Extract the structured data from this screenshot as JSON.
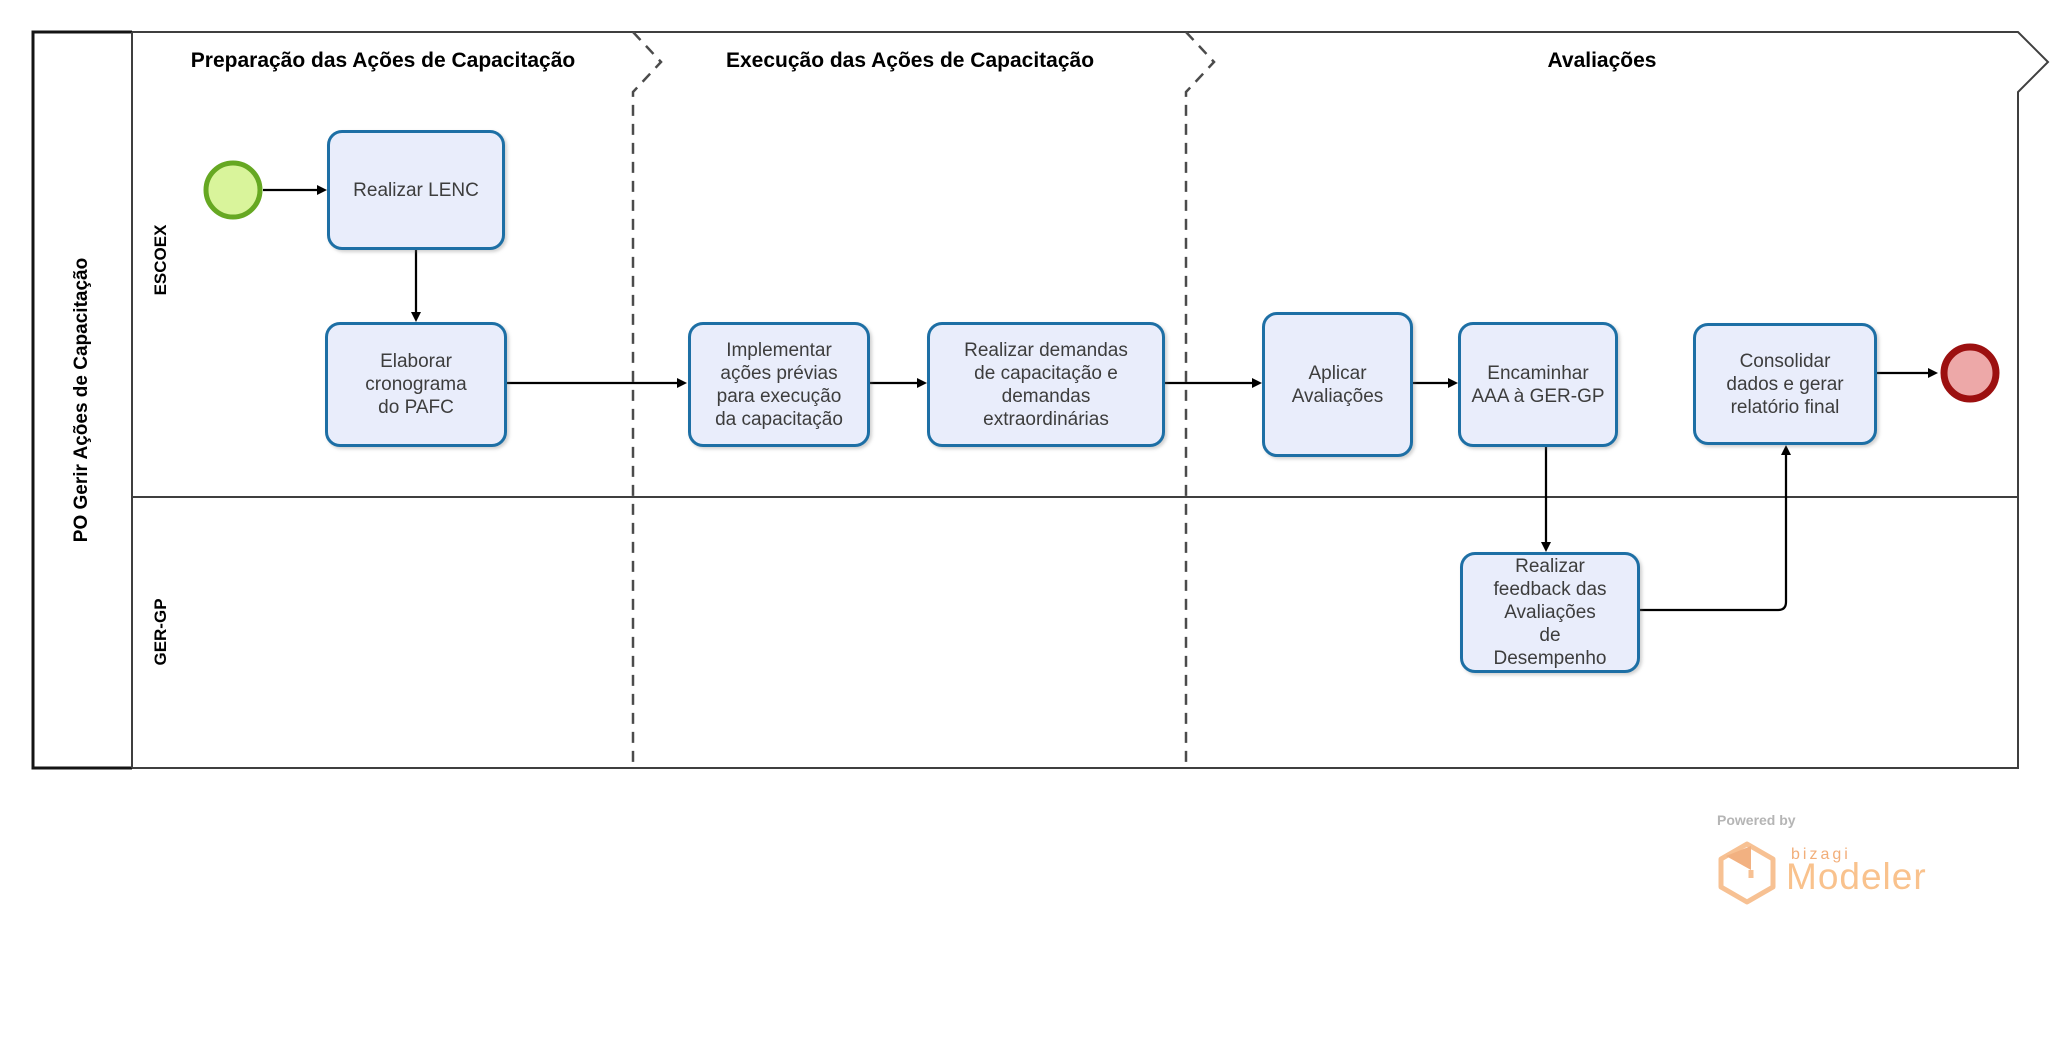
{
  "diagram": {
    "pool_title": "PO Gerir Ações de Capacitação",
    "lanes": [
      {
        "label": "ESCOEX"
      },
      {
        "label": "GER-GP"
      }
    ],
    "phases": [
      {
        "label": "Preparação das Ações de Capacitação"
      },
      {
        "label": "Execução das Ações de Capacitação"
      },
      {
        "label": "Avaliações"
      }
    ],
    "tasks": [
      {
        "id": "realizar-lenc",
        "label": "Realizar LENC",
        "lane": "ESCOEX",
        "phase": "Preparação das Ações de Capacitação"
      },
      {
        "id": "elaborar-cronograma",
        "label": "Elaborar cronograma do PAFC",
        "lane": "ESCOEX",
        "phase": "Preparação das Ações de Capacitação"
      },
      {
        "id": "implementar-acoes",
        "label": "Implementar ações prévias para execução da capacitação",
        "lane": "ESCOEX",
        "phase": "Execução das Ações de Capacitação"
      },
      {
        "id": "realizar-demandas",
        "label": "Realizar demandas de capacitação e demandas extraordinárias",
        "lane": "ESCOEX",
        "phase": "Execução das Ações de Capacitação"
      },
      {
        "id": "aplicar-avaliacoes",
        "label": "Aplicar Avaliações",
        "lane": "ESCOEX",
        "phase": "Avaliações"
      },
      {
        "id": "encaminhar-aaa",
        "label": "Encaminhar AAA à GER-GP",
        "lane": "ESCOEX",
        "phase": "Avaliações"
      },
      {
        "id": "consolidar-dados",
        "label": "Consolidar dados e gerar relatório final",
        "lane": "ESCOEX",
        "phase": "Avaliações"
      },
      {
        "id": "realizar-feedback",
        "label": "Realizar feedback das Avaliações de Desempenho",
        "lane": "GER-GP",
        "phase": "Avaliações"
      }
    ],
    "events": [
      {
        "id": "start",
        "type": "start"
      },
      {
        "id": "end",
        "type": "end"
      }
    ],
    "flows": [
      {
        "from": "start",
        "to": "realizar-lenc"
      },
      {
        "from": "realizar-lenc",
        "to": "elaborar-cronograma"
      },
      {
        "from": "elaborar-cronograma",
        "to": "implementar-acoes"
      },
      {
        "from": "implementar-acoes",
        "to": "realizar-demandas"
      },
      {
        "from": "realizar-demandas",
        "to": "aplicar-avaliacoes"
      },
      {
        "from": "aplicar-avaliacoes",
        "to": "encaminhar-aaa"
      },
      {
        "from": "encaminhar-aaa",
        "to": "realizar-feedback"
      },
      {
        "from": "realizar-feedback",
        "to": "consolidar-dados"
      },
      {
        "from": "consolidar-dados",
        "to": "end"
      }
    ],
    "colors": {
      "task_fill": "#e9edfb",
      "task_border": "#1d6fa5",
      "start_fill": "#d9f49b",
      "start_border": "#66a822",
      "end_fill": "#eda8a8",
      "end_border": "#9c1010",
      "flow_line": "#000000",
      "frame_line": "#3f3f3f"
    }
  },
  "watermark": {
    "powered_by": "Powered by",
    "brand": "bizagi",
    "product": "Modeler",
    "brand_color": "#f2ae79",
    "product_color": "#f9c28d"
  }
}
